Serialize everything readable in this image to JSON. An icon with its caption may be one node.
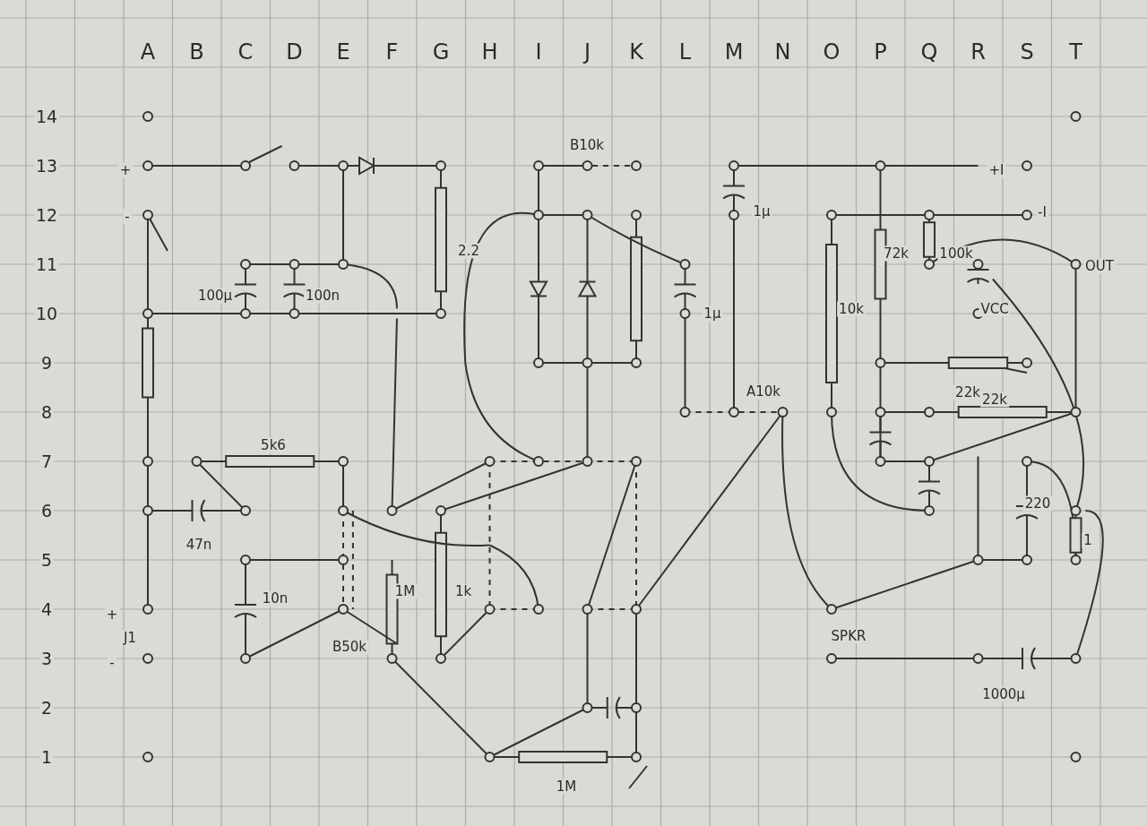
{
  "diagram": {
    "labels": [
      "A",
      "B",
      "C",
      "D",
      "E",
      "F",
      "G",
      "H",
      "I",
      "J",
      "K",
      "L",
      "M",
      "N",
      "O",
      "P",
      "Q",
      "R",
      "S",
      "T",
      "14",
      "13",
      "12",
      "11",
      "10",
      "9",
      "8",
      "7",
      "6",
      "5",
      "4",
      "3",
      "2",
      "1",
      "B10k",
      "+",
      "+I",
      "1µ",
      "-",
      "-I",
      "72k",
      "100k",
      "OUT",
      "2.2",
      "100µ",
      "100n",
      "1µ",
      "10k",
      "VCC",
      "A10k",
      "22k",
      "22k",
      "5k6",
      "47n",
      "220",
      "1",
      "1M",
      "1k",
      "10n",
      "+",
      "J1",
      "B50k",
      "SPKR",
      "-",
      "1000µ",
      "1M"
    ]
  }
}
